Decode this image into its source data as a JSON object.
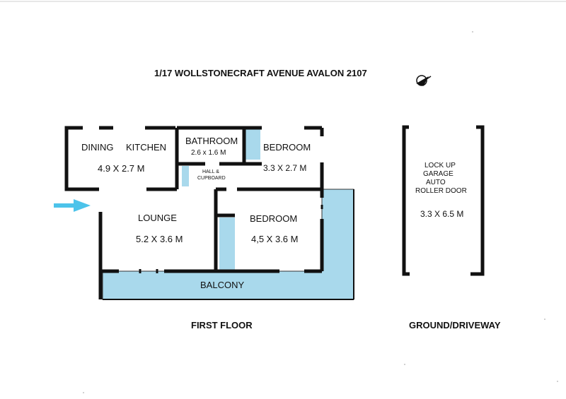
{
  "title": "1/17 WOLLSTONECRAFT AVENUE AVALON 2107",
  "icon": "compass-north-icon",
  "colors": {
    "water_fill": "#a9d9ec",
    "wall": "#111111",
    "arrow": "#4cc3ea"
  },
  "rooms": {
    "dining": {
      "label": "DINING"
    },
    "kitchen": {
      "label": "KITCHEN",
      "dims": "4.9 X 2.7 M"
    },
    "bathroom": {
      "label": "BATHROOM",
      "dims": "2.6 x 1.6 M"
    },
    "hall": {
      "line1": "HALL &",
      "line2": "CUPBOARD"
    },
    "bedroom1": {
      "label": "BEDROOM",
      "dims": "3.3 X 2.7 M"
    },
    "lounge": {
      "label": "LOUNGE",
      "dims": "5.2 X 3.6 M"
    },
    "bedroom2": {
      "label": "BEDROOM",
      "dims": "4,5 X 3.6 M"
    },
    "balcony": {
      "label": "BALCONY"
    }
  },
  "garage": {
    "line1": "LOCK UP",
    "line2": "GARAGE",
    "line3": "AUTO",
    "line4": "ROLLER DOOR",
    "dims": "3.3 X 6.5 M"
  },
  "captions": {
    "first_floor": "FIRST FLOOR",
    "ground": "GROUND/DRIVEWAY"
  }
}
